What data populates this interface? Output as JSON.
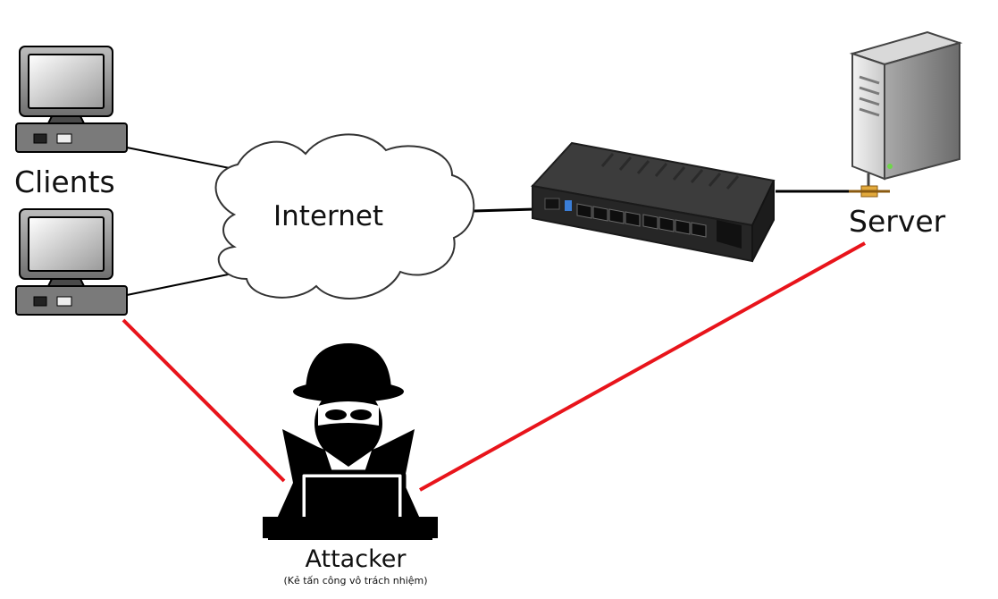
{
  "nodes": {
    "clients": "Clients",
    "internet": "Internet",
    "server": "Server",
    "attacker": "Attacker",
    "attacker_note": "(Kẻ tấn công vô trách nhiệm)"
  },
  "colors": {
    "attack_link": "#e8141b",
    "normal_link": "#000000",
    "cloud_stroke": "#333333"
  },
  "icons": [
    "computer-icon",
    "cloud-icon",
    "router-icon",
    "server-icon",
    "hacker-icon"
  ]
}
